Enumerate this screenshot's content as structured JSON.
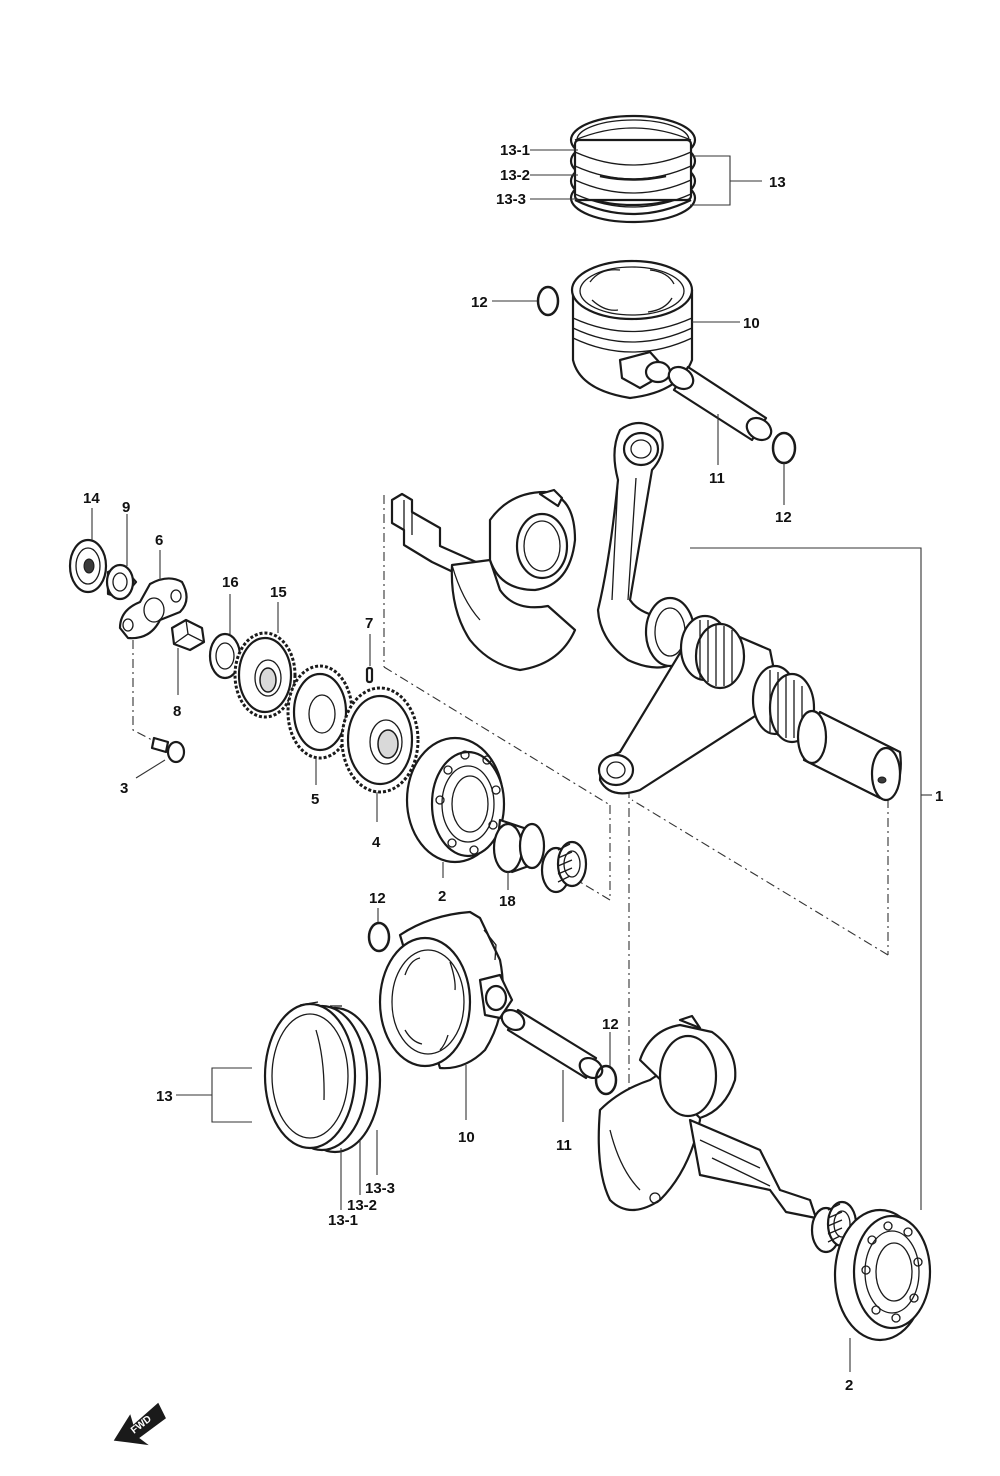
{
  "diagram": {
    "callouts": {
      "top_ring_13_1": "13-1",
      "top_ring_13_2": "13-2",
      "top_ring_13_3": "13-3",
      "top_ring_set": "13",
      "top_clip_left": "12",
      "top_piston": "10",
      "top_pin": "11",
      "top_clip_right": "12",
      "washer_14": "14",
      "bearing_9": "9",
      "plate_6": "6",
      "washer_16": "16",
      "gear_15": "15",
      "key_7": "7",
      "nut_8": "8",
      "bolt_3": "3",
      "gear_5": "5",
      "gear_4": "4",
      "crank_bearing_left": "2",
      "bushing_18": "18",
      "crank_assembly": "1",
      "lower_clip_left": "12",
      "lower_clip_right": "12",
      "lower_ring_set": "13",
      "lower_piston": "10",
      "lower_pin": "11",
      "lower_ring_13_3": "13-3",
      "lower_ring_13_2": "13-2",
      "lower_ring_13_1": "13-1",
      "crank_bearing_right": "2"
    },
    "fwd_label": "FWD"
  }
}
